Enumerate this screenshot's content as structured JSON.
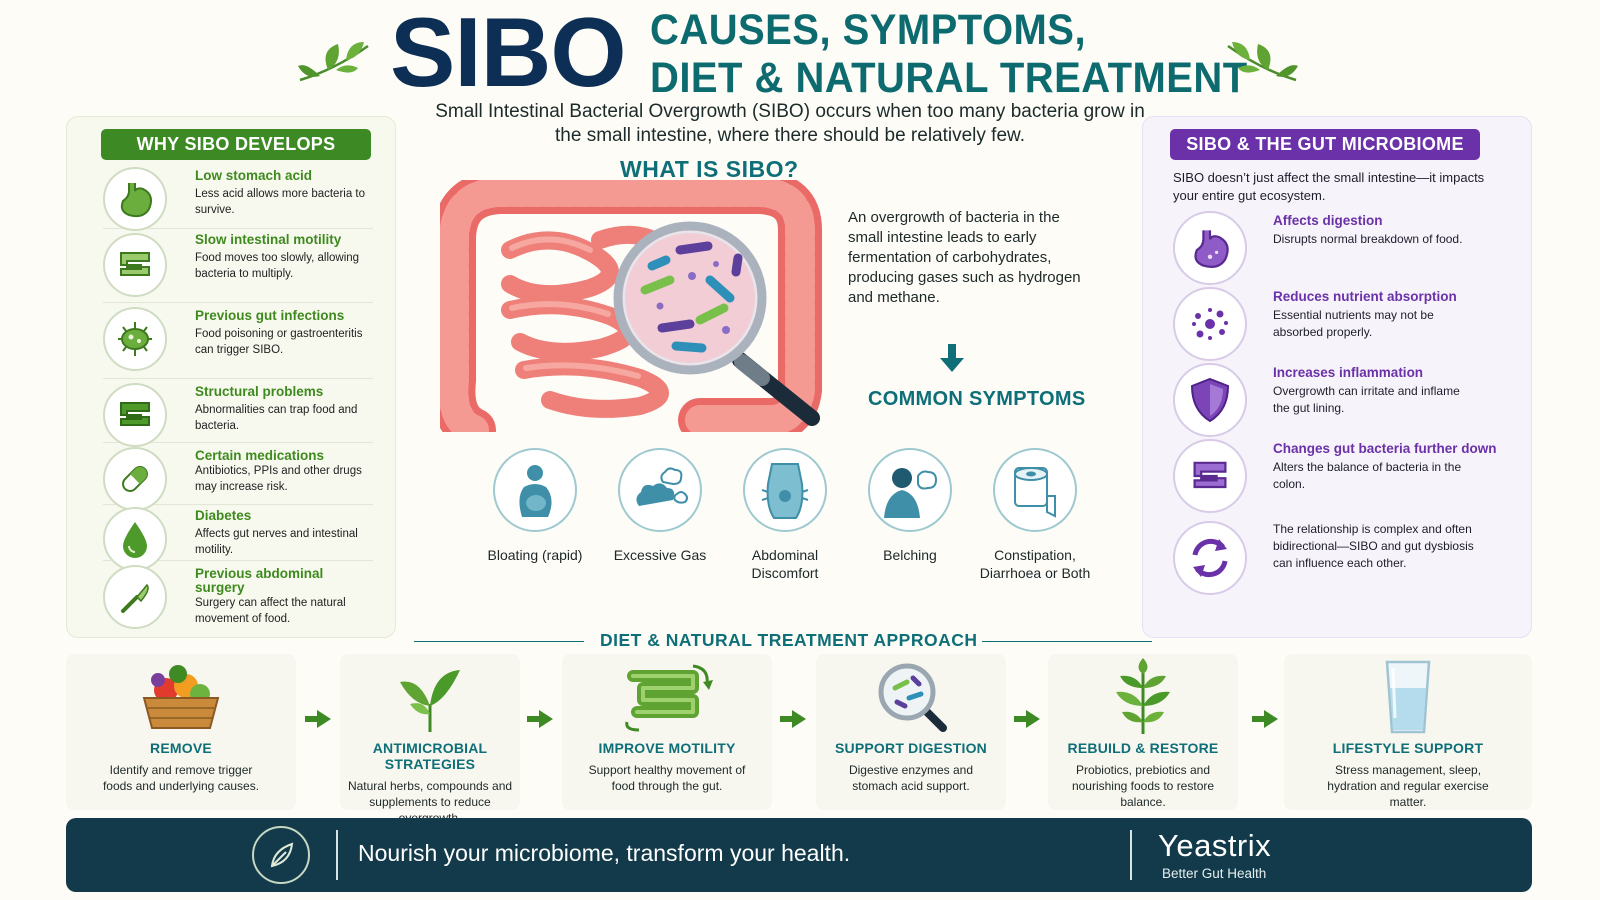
{
  "header": {
    "title": "SIBO",
    "subtitle_line1": "CAUSES, SYMPTOMS,",
    "subtitle_line2": "DIET & NATURAL TREATMENT",
    "intro": "Small Intestinal Bacterial Overgrowth (SIBO) occurs when too many bacteria grow in the small intestine, where there should be relatively few."
  },
  "why": {
    "heading": "WHY SIBO DEVELOPS",
    "items": [
      {
        "title": "Low stomach acid",
        "desc": "Less acid allows more bacteria to survive.",
        "icon": "stomach-icon"
      },
      {
        "title": "Slow intestinal motility",
        "desc": "Food moves too slowly, allowing bacteria to multiply.",
        "icon": "intestine-icon"
      },
      {
        "title": "Previous gut infections",
        "desc": "Food poisoning or gastroenteritis can trigger SIBO.",
        "icon": "microbe-icon"
      },
      {
        "title": "Structural problems",
        "desc": "Abnormalities can trap food and bacteria.",
        "icon": "intestine-icon"
      },
      {
        "title": "Certain medications",
        "desc": "Antibiotics, PPIs and other drugs may increase risk.",
        "icon": "pill-icon"
      },
      {
        "title": "Diabetes",
        "desc": "Affects gut nerves and intestinal motility.",
        "icon": "drop-icon"
      },
      {
        "title": "Previous abdominal surgery",
        "desc": "Surgery can affect the natural movement of food.",
        "icon": "scalpel-icon"
      }
    ]
  },
  "what": {
    "heading": "WHAT IS SIBO?",
    "desc": "An overgrowth of bacteria in the small intestine leads to early fermentation of carbohydrates, producing gases such as hydrogen and methane.",
    "symptoms_heading": "COMMON SYMPTOMS",
    "symptoms": [
      {
        "label": "Bloating (rapid)",
        "icon": "bloating-icon"
      },
      {
        "label": "Excessive Gas",
        "icon": "gas-cloud-icon"
      },
      {
        "label": "Abdominal Discomfort",
        "icon": "abdomen-icon"
      },
      {
        "label": "Belching",
        "icon": "belching-icon"
      },
      {
        "label": "Constipation, Diarrhoea or Both",
        "icon": "toilet-roll-icon"
      }
    ]
  },
  "microbiome": {
    "heading": "SIBO & THE GUT MICROBIOME",
    "intro": "SIBO doesn’t just affect the small intestine—it impacts your entire gut ecosystem.",
    "items": [
      {
        "title": "Affects digestion",
        "desc": "Disrupts normal breakdown of food.",
        "icon": "stomach-icon"
      },
      {
        "title": "Reduces nutrient absorption",
        "desc": "Essential nutrients may not be absorbed properly.",
        "icon": "nutrient-dots-icon"
      },
      {
        "title": "Increases inflammation",
        "desc": "Overgrowth can irritate and inflame the gut lining.",
        "icon": "shield-icon"
      },
      {
        "title": "Changes gut bacteria further down",
        "desc": "Alters the balance of bacteria in the colon.",
        "icon": "colon-icon"
      },
      {
        "title": "",
        "desc": "The relationship is complex and often bidirectional—SIBO and gut dysbiosis can influence each other.",
        "icon": "cycle-arrows-icon"
      }
    ]
  },
  "approach": {
    "heading": "DIET & NATURAL TREATMENT APPROACH",
    "steps": [
      {
        "title": "REMOVE",
        "desc": "Identify and remove trigger foods and underlying causes.",
        "icon": "food-basket-icon"
      },
      {
        "title": "ANTIMICROBIAL STRATEGIES",
        "desc": "Natural herbs, compounds and supplements to reduce overgrowth.",
        "icon": "herb-leaves-icon"
      },
      {
        "title": "IMPROVE MOTILITY",
        "desc": "Support healthy movement of food through the gut.",
        "icon": "gut-flow-icon"
      },
      {
        "title": "SUPPORT DIGESTION",
        "desc": "Digestive enzymes and stomach acid support.",
        "icon": "magnifier-bacteria-icon"
      },
      {
        "title": "REBUILD & RESTORE",
        "desc": "Probiotics, prebiotics and nourishing foods to restore balance.",
        "icon": "plant-icon"
      },
      {
        "title": "LIFESTYLE SUPPORT",
        "desc": "Stress management, sleep, hydration and regular exercise matter.",
        "icon": "water-glass-icon"
      }
    ]
  },
  "footer": {
    "tagline": "Nourish your microbiome, transform your health.",
    "brand": "Yeastrix",
    "brand_sub": "Better Gut Health"
  },
  "colors": {
    "navy": "#0e2f55",
    "teal": "#0f6f78",
    "green": "#3d8a24",
    "purple": "#6a31a8",
    "footer_bg": "#123a4a",
    "intestine": "#ef7a74"
  }
}
